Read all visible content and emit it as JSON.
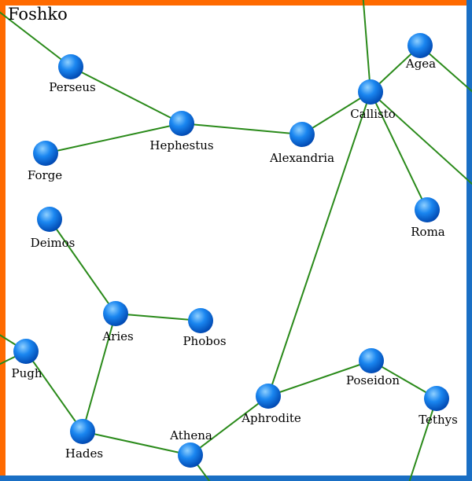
{
  "map": {
    "title": "Foshko",
    "colors": {
      "link": "#2a8a1a",
      "planet_light": "#8fd0ff",
      "planet_mid": "#1a86f0",
      "planet_dark": "#0047b0",
      "border_orange": "#ff6a00",
      "border_blue": "#1a6fc4"
    },
    "systems": [
      {
        "id": "perseus",
        "label": "Perseus"
      },
      {
        "id": "hephestus",
        "label": "Hephestus"
      },
      {
        "id": "forge",
        "label": "Forge"
      },
      {
        "id": "alexandria",
        "label": "Alexandria"
      },
      {
        "id": "callisto",
        "label": "Callisto"
      },
      {
        "id": "agea",
        "label": "Agea"
      },
      {
        "id": "roma",
        "label": "Roma"
      },
      {
        "id": "deimos",
        "label": "Deimos"
      },
      {
        "id": "aries",
        "label": "Aries"
      },
      {
        "id": "phobos",
        "label": "Phobos"
      },
      {
        "id": "pugh",
        "label": "Pugh"
      },
      {
        "id": "hades",
        "label": "Hades"
      },
      {
        "id": "athena",
        "label": "Athena"
      },
      {
        "id": "aphrodite",
        "label": "Aphrodite"
      },
      {
        "id": "poseidon",
        "label": "Poseidon"
      },
      {
        "id": "tethys",
        "label": "Tethys"
      }
    ],
    "links": [
      [
        "perseus",
        "hephestus"
      ],
      [
        "forge",
        "hephestus"
      ],
      [
        "hephestus",
        "alexandria"
      ],
      [
        "alexandria",
        "callisto"
      ],
      [
        "callisto",
        "agea"
      ],
      [
        "callisto",
        "roma"
      ],
      [
        "callisto",
        "aphrodite"
      ],
      [
        "deimos",
        "aries"
      ],
      [
        "aries",
        "phobos"
      ],
      [
        "aries",
        "hades"
      ],
      [
        "pugh",
        "hades"
      ],
      [
        "hades",
        "athena"
      ],
      [
        "athena",
        "aphrodite"
      ],
      [
        "aphrodite",
        "poseidon"
      ],
      [
        "poseidon",
        "tethys"
      ]
    ]
  }
}
